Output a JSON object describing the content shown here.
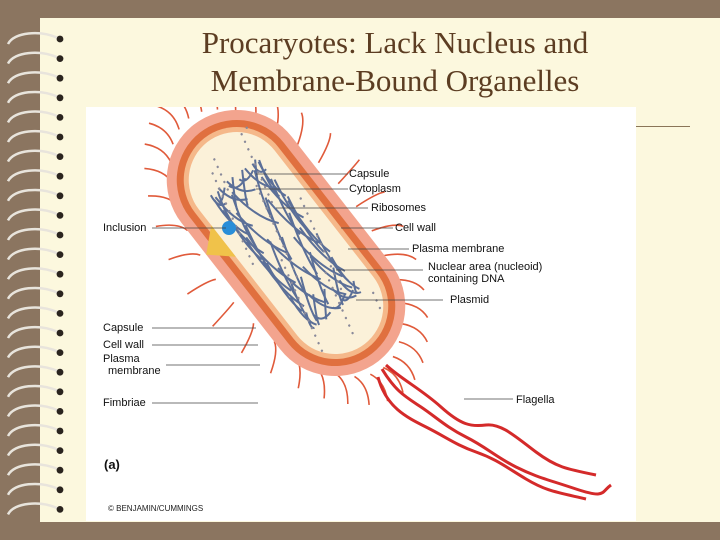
{
  "title": {
    "line1": "Procaryotes: Lack Nucleus and",
    "line2": "Membrane-Bound Organelles"
  },
  "figure": {
    "labels_right": {
      "capsule": "Capsule",
      "cytoplasm": "Cytoplasm",
      "ribosomes": "Ribosomes",
      "cell_wall": "Cell wall",
      "plasma_membrane": "Plasma membrane",
      "nucleoid_line1": "Nuclear area (nucleoid)",
      "nucleoid_line2": "containing DNA",
      "plasmid": "Plasmid",
      "flagella": "Flagella"
    },
    "labels_left": {
      "inclusion": "Inclusion",
      "capsule": "Capsule",
      "cell_wall": "Cell wall",
      "plasma_membrane_line1": "Plasma",
      "plasma_membrane_line2": "membrane",
      "fimbriae": "Fimbriae"
    },
    "panel_label": "(a)",
    "copyright": "© BENJAMIN/CUMMINGS"
  },
  "colors": {
    "capsule": "#f3a48e",
    "cell_wall": "#e0703f",
    "cytoplasm": "#fbf1d9",
    "dna": "#5b6f98",
    "flagella": "#d42a2a",
    "inclusion": "#2a8ed8",
    "background": "#fcf8de",
    "frame": "#8b7560"
  }
}
